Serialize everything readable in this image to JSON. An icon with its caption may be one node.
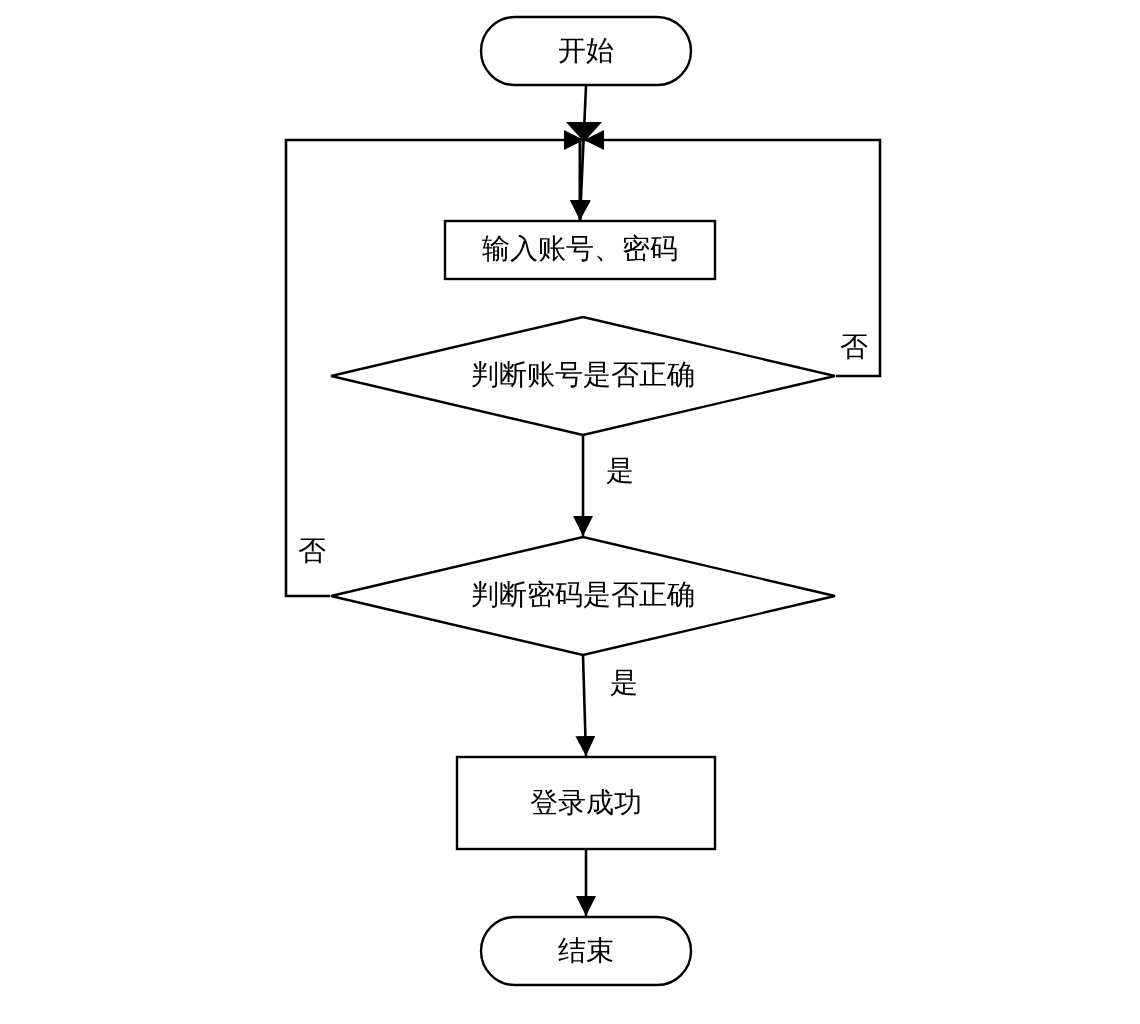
{
  "diagram": {
    "nodes": [
      {
        "text": [
          "开始"
        ]
      },
      {
        "text": [
          "输入账号、密码"
        ]
      },
      {
        "text": [
          "判断账号是否正确"
        ]
      },
      {
        "text": [
          "判断密码是否正确"
        ]
      },
      {
        "text": [
          "登录成功"
        ]
      },
      {
        "text": [
          "结束"
        ]
      }
    ],
    "edges": [
      {
        "from": 0,
        "to": 1,
        "arrow": "to"
      },
      {
        "from": 2,
        "to": 1,
        "arrow": "to",
        "label": "否"
      },
      {
        "from": 2,
        "to": 3,
        "arrow": "to",
        "label": "是"
      },
      {
        "from": 3,
        "to": 1,
        "arrow": "to",
        "label": "否"
      },
      {
        "from": 3,
        "to": 4,
        "arrow": "to",
        "label": "是"
      },
      {
        "from": 4,
        "to": 5,
        "arrow": "to"
      }
    ]
  }
}
